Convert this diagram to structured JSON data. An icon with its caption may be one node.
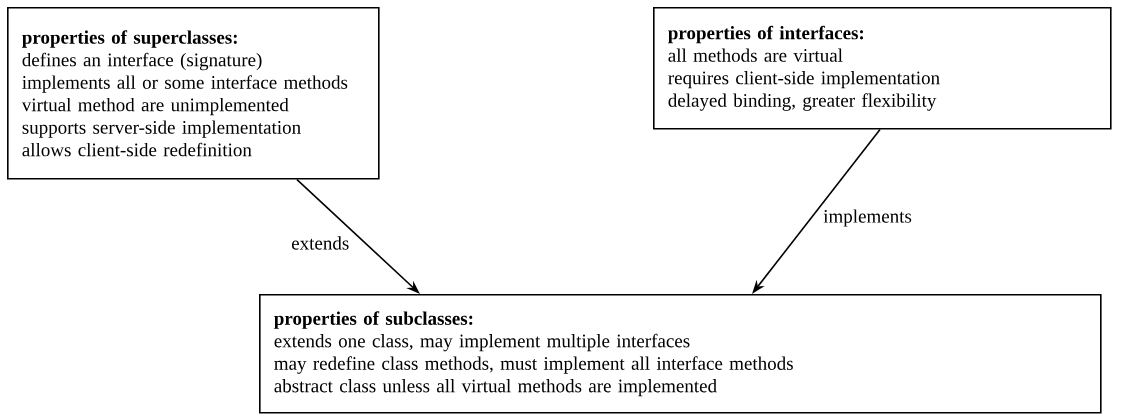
{
  "diagram": {
    "nodes": [
      {
        "text": [
          "properties of superclasses:",
          "defines an interface (signature)",
          "implements all or some interface methods",
          "virtual method are unimplemented",
          "supports server-side implementation",
          "allows client-side redefinition"
        ]
      },
      {
        "text": [
          "properties of interfaces:",
          "all methods are virtual",
          "requires client-side implementation",
          "delayed binding, greater flexibility"
        ]
      },
      {
        "text": [
          "properties of subclasses:",
          "extends one class, may implement multiple interfaces",
          "may redefine class methods, must implement all interface methods",
          "abstract class unless all virtual methods are implemented"
        ]
      }
    ],
    "edges": [
      {
        "from": 0,
        "to": 2,
        "arrow": "to",
        "label": "extends"
      },
      {
        "from": 1,
        "to": 2,
        "arrow": "to",
        "label": "implements"
      }
    ]
  }
}
